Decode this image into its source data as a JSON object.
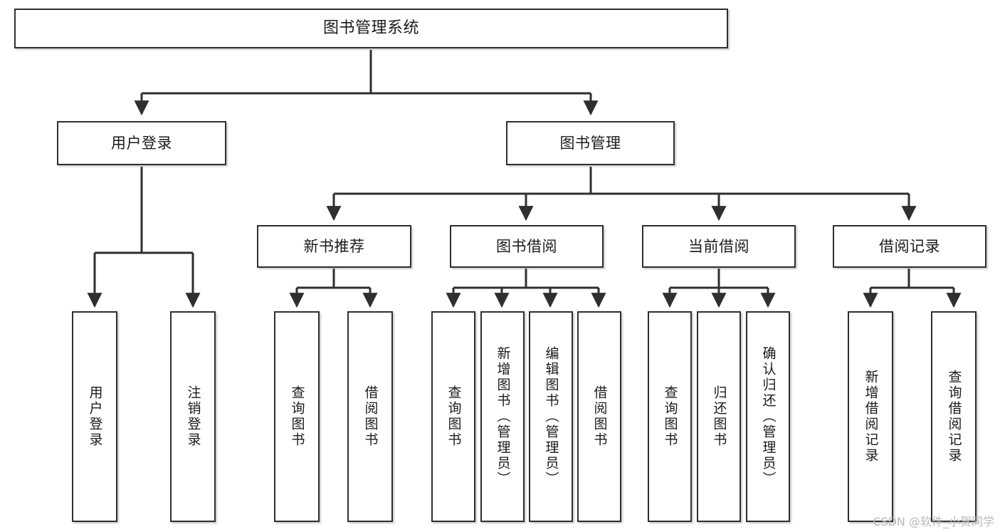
{
  "diagram": {
    "title": "图书管理系统",
    "type": "tree",
    "watermark": "CSDN @软件_小贺同学",
    "colors": {
      "box_border": "#2f2f2f",
      "box_fill": "#ffffff",
      "text": "#1b1b1b",
      "edge": "#2f2f2f",
      "watermark": "#b9b9b9",
      "background": "#ffffff"
    },
    "root": {
      "label": "图书管理系统"
    },
    "level2": [
      {
        "label": "用户登录"
      },
      {
        "label": "图书管理"
      }
    ],
    "level3": [
      {
        "label": "新书推荐"
      },
      {
        "label": "图书借阅"
      },
      {
        "label": "当前借阅"
      },
      {
        "label": "借阅记录"
      }
    ],
    "leaves": {
      "user_login": [
        {
          "label": "用户登录"
        },
        {
          "label": "注销登录"
        }
      ],
      "new_book_recommend": [
        {
          "label": "查询图书"
        },
        {
          "label": "借阅图书"
        }
      ],
      "book_borrow": [
        {
          "label": "查询图书"
        },
        {
          "label": "新增图书（管理员）"
        },
        {
          "label": "编辑图书（管理员）"
        },
        {
          "label": "借阅图书"
        }
      ],
      "current_borrow": [
        {
          "label": "查询图书"
        },
        {
          "label": "归还图书"
        },
        {
          "label": "确认归还（管理员）"
        }
      ],
      "borrow_record": [
        {
          "label": "新增借阅记录"
        },
        {
          "label": "查询借阅记录"
        }
      ]
    }
  }
}
